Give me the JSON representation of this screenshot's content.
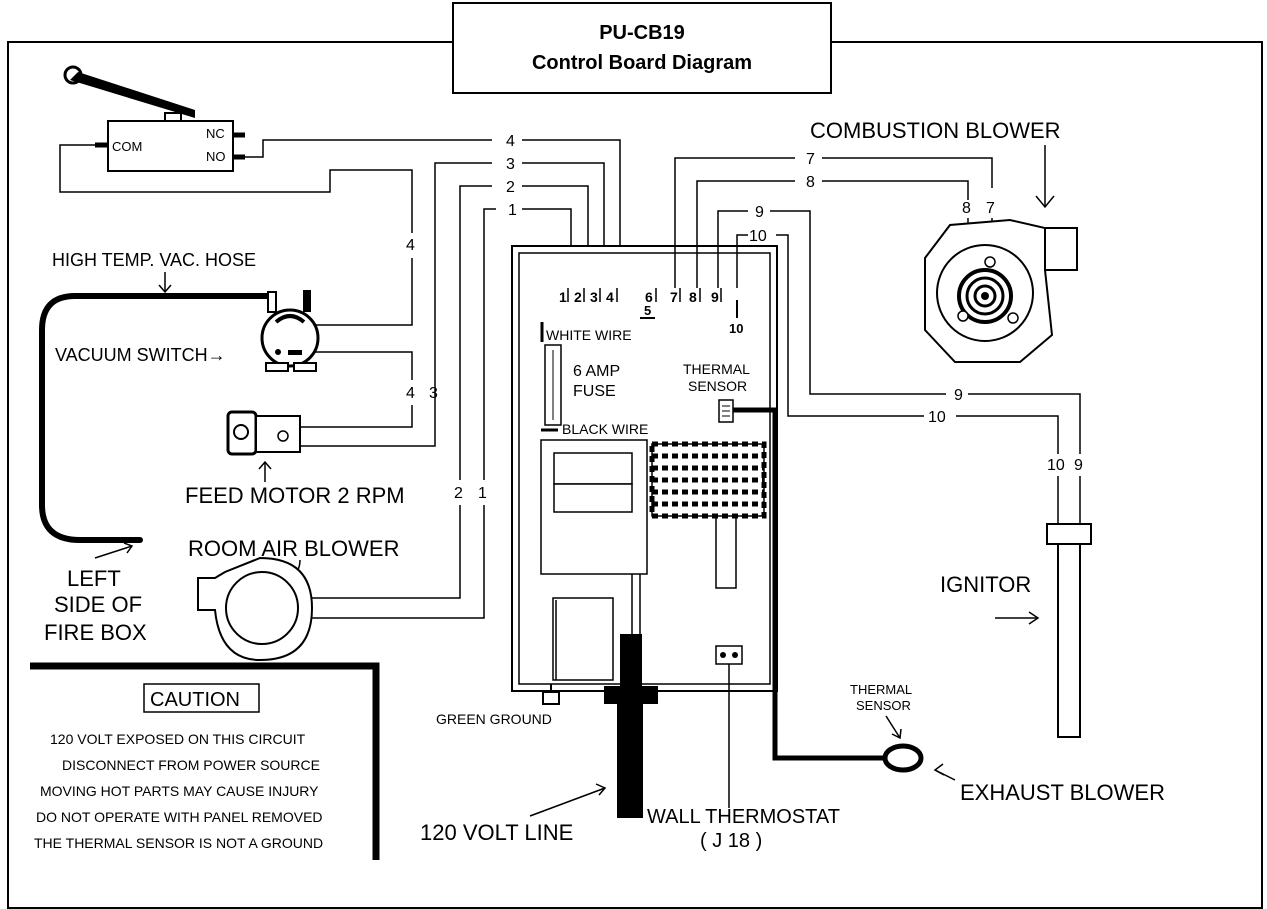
{
  "title": {
    "line1": "PU-CB19",
    "line2": "Control Board Diagram"
  },
  "labels": {
    "combustion_blower": "COMBUSTION BLOWER",
    "high_temp_vac_hose": "HIGH TEMP. VAC. HOSE",
    "vacuum_switch": "VACUUM SWITCH→",
    "feed_motor": "FEED MOTOR 2 RPM",
    "room_air_blower": "ROOM AIR BLOWER",
    "left_side_1": "LEFT",
    "left_side_2": "SIDE OF",
    "left_side_3": "FIRE BOX",
    "white_wire": "WHITE WIRE",
    "black_wire": "BLACK WIRE",
    "fuse_1": "6 AMP",
    "fuse_2": "FUSE",
    "thermal_sensor_board_1": "THERMAL",
    "thermal_sensor_board_2": "SENSOR",
    "thermal_sensor_probe_1": "THERMAL",
    "thermal_sensor_probe_2": "SENSOR",
    "ignitor": "IGNITOR",
    "exhaust_blower": "EXHAUST BLOWER",
    "green_ground": "GREEN GROUND",
    "volt_line": "120 VOLT LINE",
    "wall_thermostat_1": "WALL THERMOSTAT",
    "wall_thermostat_2": "( J 18 )",
    "switch_com": "COM",
    "switch_nc": "NC",
    "switch_no": "NO"
  },
  "caution": {
    "heading": "CAUTION",
    "lines": [
      "120 VOLT EXPOSED ON THIS CIRCUIT",
      "DISCONNECT FROM POWER SOURCE",
      "MOVING HOT PARTS MAY CAUSE INJURY",
      "DO NOT OPERATE WITH PANEL REMOVED",
      "THE THERMAL SENSOR IS NOT A GROUND"
    ]
  },
  "wire_numbers": {
    "w1": "1",
    "w2": "2",
    "w3": "3",
    "w4": "4",
    "w5": "5",
    "w6": "6",
    "w7": "7",
    "w8": "8",
    "w9": "9",
    "w10": "10"
  },
  "terminal_strip": [
    "1",
    "2",
    "3",
    "4",
    "6",
    "7",
    "8",
    "9"
  ]
}
